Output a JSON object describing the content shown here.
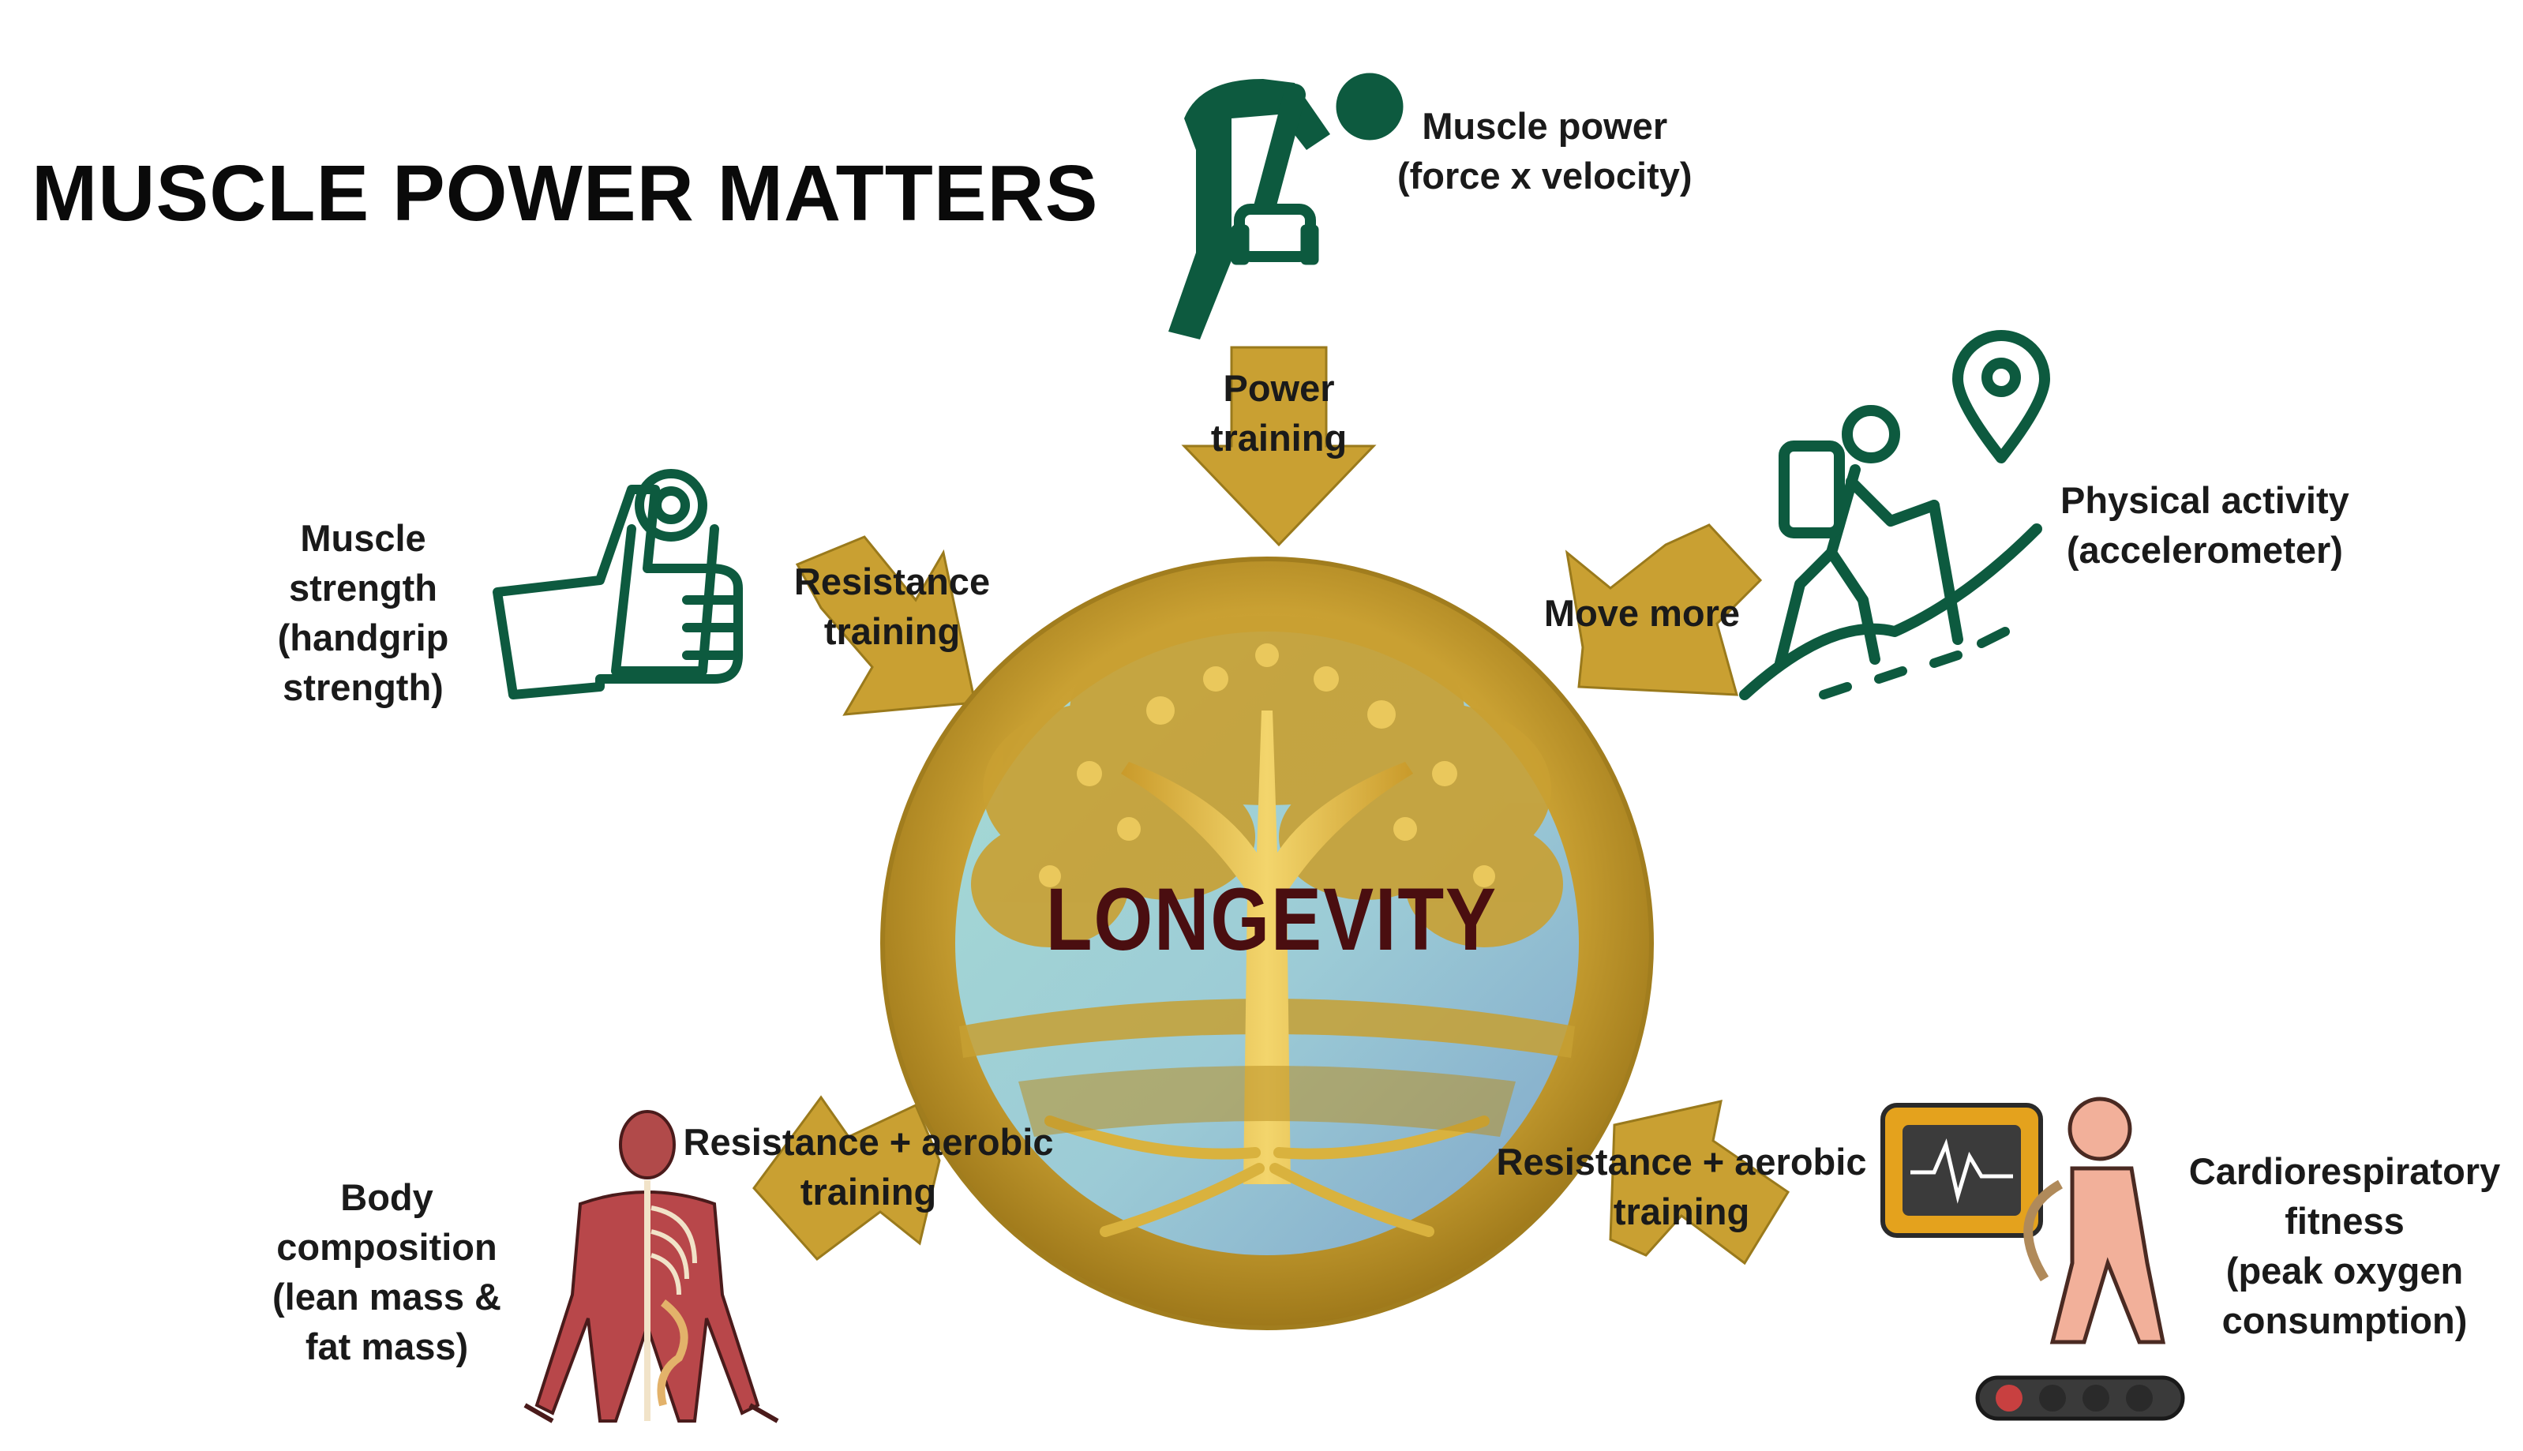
{
  "title": "MUSCLE POWER MATTERS",
  "center": "LONGEVITY",
  "nodes": {
    "muscle_power": [
      "Muscle power",
      "(force x velocity)"
    ],
    "physical_activity": [
      "Physical activity",
      "(accelerometer)"
    ],
    "muscle_strength": [
      "Muscle",
      "strength",
      "(handgrip",
      "strength)"
    ],
    "body_composition": [
      "Body",
      "composition",
      "(lean mass &",
      "fat mass)"
    ],
    "cardio_fitness": [
      "Cardiorespiratory",
      "fitness",
      "(peak oxygen",
      "consumption)"
    ]
  },
  "arrows": {
    "power_training": [
      "Power",
      "training"
    ],
    "resistance_training": [
      "Resistance",
      "training"
    ],
    "move_more": [
      "Move more"
    ],
    "resistance_aerobic_left": [
      "Resistance + aerobic",
      "training"
    ],
    "resistance_aerobic_right": [
      "Resistance + aerobic",
      "training"
    ]
  },
  "colors": {
    "gold": "#c9a032",
    "gold_dark": "#a8801c",
    "green": "#0d5a3f",
    "center_text": "#4a0e10",
    "sky": "#9ccbd6"
  },
  "icons": [
    "lifting-dumbbell-icon",
    "hiker-icon",
    "location-pin-icon",
    "handgrip-hand-icon",
    "anatomy-body-icon",
    "treadmill-monitor-icon",
    "tree-of-life-icon"
  ]
}
